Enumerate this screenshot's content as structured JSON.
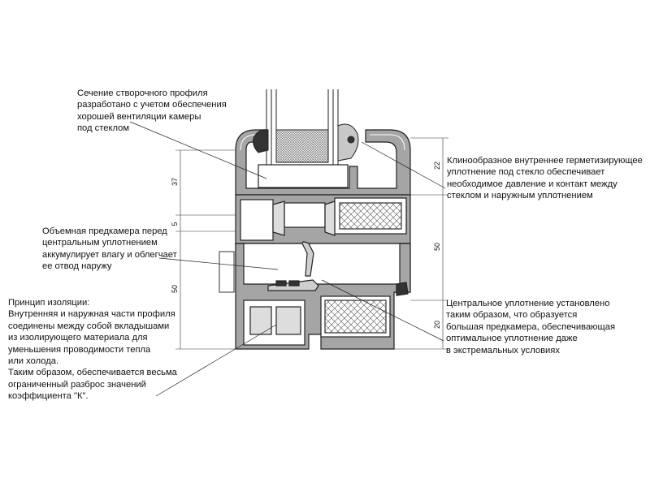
{
  "callouts": {
    "sash_profile": [
      "Сечение створочного профиля",
      "разработано с учетом обеспечения",
      "хорошей вентиляции камеры",
      "под стеклом"
    ],
    "wedge_seal": [
      "Клинообразное внутреннее герметизирующее",
      "уплотнение под стекло обеспечивает",
      "необходимое давление и контакт между",
      "стеклом и наружным уплотнением"
    ],
    "prechamber": [
      "Объемная предкамера перед",
      "центральным уплотнением",
      "аккумулирует влагу и облегчает",
      "ее отвод наружу"
    ],
    "central_seal": [
      "Центральное уплотнение установлено",
      "таким образом, что образуется",
      "большая предкамера, обеспечивающая",
      "оптимальное уплотнение даже",
      "в экстремальных условиях"
    ],
    "insulation": [
      "Принцип изоляции:",
      "Внутренняя и наружная части профиля",
      "соединены между собой вкладышами",
      "из изолирующего материала для",
      "уменьшения проводимости тепла",
      "или холода.",
      "Таким образом, обеспечивается весьма",
      "ограниченный разброс значений",
      "коэффициента \"К\"."
    ]
  },
  "dimensions": {
    "left_37": "37",
    "left_5": "5",
    "left_50": "50",
    "right_22": "22",
    "right_50": "50",
    "right_20": "20"
  }
}
